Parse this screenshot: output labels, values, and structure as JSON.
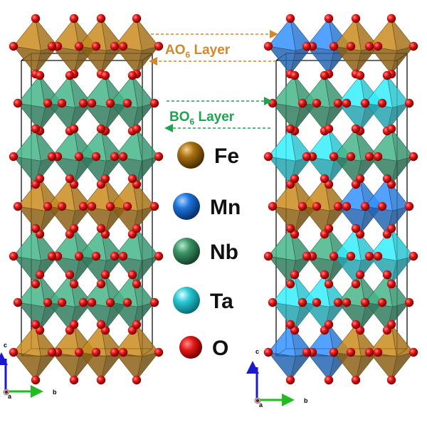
{
  "layers": {
    "ao6": {
      "prefix": "AO",
      "sub": "6",
      "suffix": " Layer",
      "color": "#D2872A"
    },
    "bo6": {
      "prefix": "BO",
      "sub": "6",
      "suffix": " Layer",
      "color": "#1FA34F"
    }
  },
  "legend": [
    {
      "label": "Fe",
      "color": "#9C6A12"
    },
    {
      "label": "Mn",
      "color": "#1F73D8"
    },
    {
      "label": "Nb",
      "color": "#3C9566"
    },
    {
      "label": "Ta",
      "color": "#27C8D4"
    },
    {
      "label": "O",
      "color": "#E01818"
    }
  ],
  "axes": {
    "c": "c",
    "b": "b",
    "a": "a"
  },
  "colors": {
    "fe": "#B07A1C",
    "mn": "#2F7FE0",
    "nb": "#3E9E78",
    "ta": "#2FD0DC",
    "oxygen": "#E01818"
  },
  "structures": {
    "left": [
      "fe",
      "nb",
      "nb",
      "fe",
      "nb",
      "nb",
      "fe"
    ],
    "right": [
      "mixA",
      "mixB",
      "mixC",
      "mixD",
      "mixE",
      "mixF",
      "mixG"
    ]
  }
}
